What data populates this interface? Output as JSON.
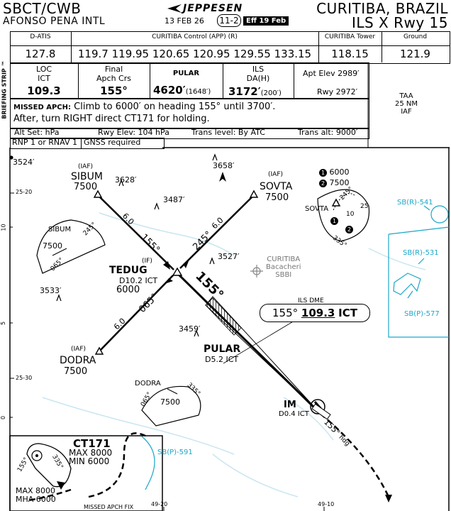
{
  "header": {
    "ident": "SBCT/CWB",
    "airport": "AFONSO PENA INTL",
    "publisher": "JEPPESEN",
    "date": "13 FEB 26",
    "page": "11-2",
    "effective": "Eff 19 Feb",
    "city": "CURITIBA, BRAZIL",
    "procedure": "ILS X Rwy 15"
  },
  "comms": {
    "datis_label": "D-ATIS",
    "datis_freq": "127.8",
    "approach_label": "CURITIBA Control (APP) (R)",
    "approach_freqs": "119.7 119.95 120.65 120.95 129.55 133.15",
    "tower_label": "CURITIBA Tower",
    "tower_freq": "118.15",
    "ground_label": "Ground",
    "ground_freq": "121.9"
  },
  "briefing": {
    "strip_label": "BRIEFING STRIP ™",
    "loc_label": "LOC",
    "loc_ident": "ICT",
    "loc_freq": "109.3",
    "final_label": "Final",
    "final_label2": "Apch Crs",
    "final_crs": "155°",
    "fix_name": "PULAR",
    "fix_alt": "4620′",
    "fix_alt_sub": "(1648′)",
    "ils_label": "ILS",
    "ils_da_label": "DA(H)",
    "ils_da": "3172′",
    "ils_da_sub": "(200′)",
    "apt_elev": "Apt Elev 2989′",
    "rwy_elev": "Rwy 2972′",
    "missed_label": "MISSED APCH:",
    "missed_text1": "Climb to 6000′ on heading 155° until 3700′.",
    "missed_text2": "After, turn RIGHT direct CT171 for holding.",
    "altset": "Alt Set: hPa",
    "rwy_elev_hpa": "Rwy Elev: 104 hPa",
    "trans_level": "Trans level: By ATC",
    "trans_alt": "Trans alt: 9000′",
    "rnp": "RNP 1 or RNAV 1",
    "gnss": "GNSS required"
  },
  "taa": {
    "line1": "TAA",
    "line2": "25 NM",
    "line3": "IAF"
  },
  "plan": {
    "obstacles": [
      "3524′",
      "3658′",
      "3628′",
      "3487′",
      "3527′",
      "3533′",
      "3459′"
    ],
    "sibum": {
      "iaf": "(IAF)",
      "name": "SIBUM",
      "alt": "7500",
      "hold_alt": "7500",
      "hold_name": "SIBUM",
      "crs_out": "245°",
      "crs_in": "065°"
    },
    "sovta": {
      "iaf": "(IAF)",
      "name": "SOVTA",
      "alt": "7500",
      "hold_name": "SOVTA",
      "crs_out": "245°",
      "crs_in": "335°",
      "dist1": "10",
      "dist2": "25"
    },
    "sovta_legend": {
      "alt1": "6000",
      "alt2": "7500",
      "n1": "1",
      "n2": "2"
    },
    "tedug": {
      "if": "(IF)",
      "name": "TEDUG",
      "dist": "D10.2 ICT",
      "alt": "6000"
    },
    "dodra": {
      "iaf": "(IAF)",
      "name": "DODRA",
      "alt": "7500",
      "hold_name": "DODRA",
      "hold_alt": "7500",
      "crs1": "065°",
      "crs2": "335°"
    },
    "pular": {
      "name": "PULAR",
      "dist": "D5.2 ICT"
    },
    "im": {
      "name": "IM",
      "dist": "D0.4 ICT"
    },
    "legs": {
      "sibum_dist": "6.0",
      "sibum_crs": "155°",
      "sovta_dist": "6.0",
      "sovta_crs": "245°",
      "dodra_dist": "6.0",
      "dodra_crs": "065°",
      "final_crs": "155°"
    },
    "ils_box": {
      "label": "ILS DME",
      "crs": "155°",
      "freq": "109.3",
      "ident": "ICT"
    },
    "curitiba": {
      "name": "CURITIBA",
      "sub1": "Bacacheri",
      "sub2": "SBBI"
    },
    "missed_hdg": "155°",
    "missed_hdg_sub": "hdg",
    "ct171": {
      "name": "CT171",
      "max": "MAX 8000",
      "min": "MIN 6000",
      "in_crs": "155°",
      "out_crs": "335°",
      "max2": "MAX 8000",
      "mha": "MHA 6000"
    },
    "missed_fix": "MISSED APCH FIX",
    "airspace": {
      "a1": "SB(R)-541",
      "a2": "SB(R)-531",
      "a3": "SB(P)-577",
      "a4": "SB(P)-591"
    },
    "grid": {
      "lat1": "25-20",
      "lat2": "25-30",
      "lon1": "49-20",
      "lon2": "49-10",
      "t10": "10",
      "t5": "5",
      "t0": "0"
    }
  },
  "colors": {
    "airspace": "#1aa7c9",
    "terrain": "#c9e6f1"
  }
}
